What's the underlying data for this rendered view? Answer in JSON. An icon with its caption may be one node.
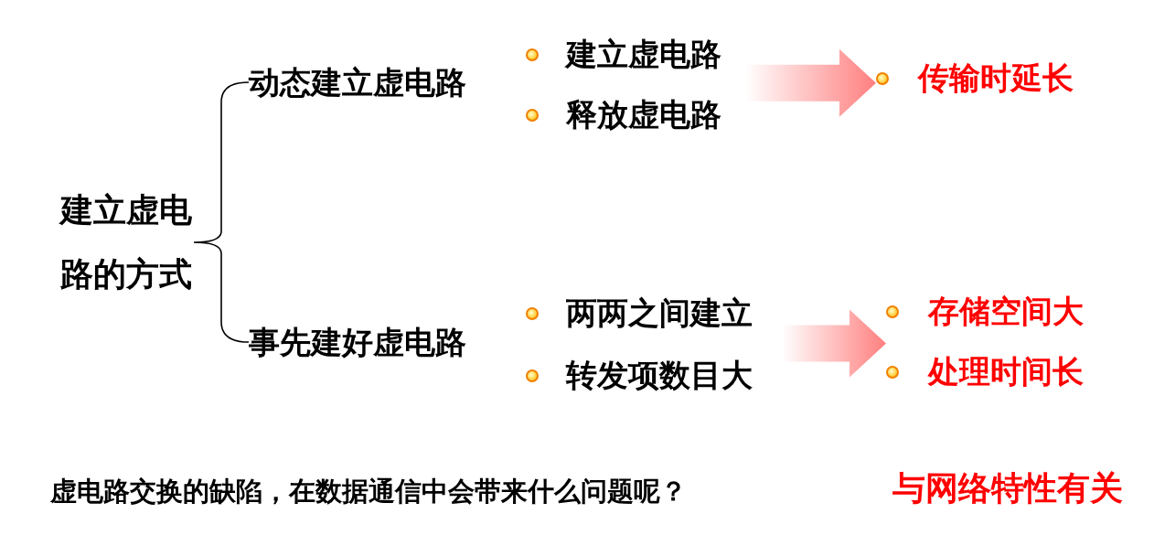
{
  "diagram": {
    "nodes": [
      {
        "text": [
          "建立虚电路的方式"
        ]
      },
      {
        "text": [
          "动态建立虚电路"
        ]
      },
      {
        "text": [
          "事先建好虚电路"
        ]
      },
      {
        "text": [
          "建立虚电路"
        ]
      },
      {
        "text": [
          "释放虚电路"
        ]
      },
      {
        "text": [
          "两两之间建立"
        ]
      },
      {
        "text": [
          "转发项数目大"
        ]
      },
      {
        "text": [
          "传输时延长"
        ]
      },
      {
        "text": [
          "存储空间大"
        ]
      },
      {
        "text": [
          "处理时间长"
        ]
      }
    ],
    "edges": [
      {
        "from": 0,
        "to": 1,
        "arrow": "none"
      },
      {
        "from": 0,
        "to": 2,
        "arrow": "none"
      },
      {
        "from": 3,
        "to": 7,
        "arrow": "to"
      },
      {
        "from": 4,
        "to": 7,
        "arrow": "to"
      },
      {
        "from": 5,
        "to": 8,
        "arrow": "to"
      },
      {
        "from": 5,
        "to": 9,
        "arrow": "to"
      },
      {
        "from": 6,
        "to": 8,
        "arrow": "to"
      },
      {
        "from": 6,
        "to": 9,
        "arrow": "to"
      }
    ],
    "labels": [
      "虚电路交换的缺陷，在数据通信中会带来什么问题呢？",
      "与网络特性有关"
    ]
  }
}
